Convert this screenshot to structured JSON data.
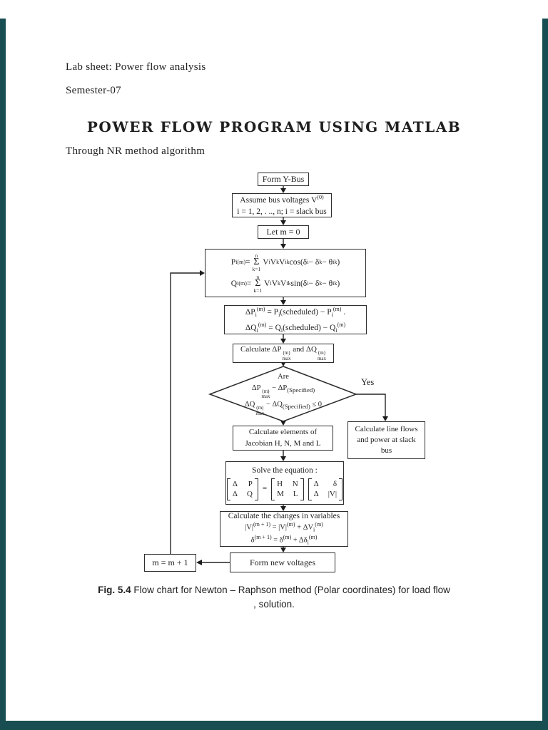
{
  "document": {
    "header": {
      "line1": "Lab sheet: Power flow analysis",
      "line2": "Semester-07"
    },
    "title": "POWER FLOW PROGRAM USING MATLAB",
    "subtitle": "Through NR method algorithm",
    "caption": {
      "prefix": "Fig. 5.4",
      "text": " Flow chart for Newton – Raphson method (Polar coordinates) for load flow",
      "line2": ", solution."
    }
  },
  "flowchart": {
    "form_ybus": "Form Y-Bus",
    "assume_l1": "Assume bus voltages V<sup>(0)</sup>",
    "assume_l2": "i = 1, 2, . .., n; i = slack bus",
    "let_m": "Let m = 0",
    "eq_p": "P<sub>i</sub><sup>(m)</sup> = <span class='sum'><span class='l'>n</span><span class='s'>Σ</span><span class='l'>k=1</span></span> V<sub>i</sub>V<sub>k</sub>V<sub>ik</sub> cos(δ<sub>i</sub> − δ<sub>k</sub> − θ<sub>ik</sub> )",
    "eq_q": "Q<sub>i</sub><sup>(m)</sup> = <span class='sum'><span class='l'>n</span><span class='s'>Σ</span><span class='l'>k=1</span></span> V<sub>i</sub>V<sub>k</sub>V<sub>ik</sub> sin(δ<sub>i</sub> − δ<sub>k</sub> − θ<sub>ik</sub> )",
    "mismatch_p": "ΔP<sub>i</sub><sup>(m)</sup> = P<sub>i</sub>(scheduled) − P<sub>i</sub><sup>(m)</sup> .",
    "mismatch_q": "ΔQ<sub>i</sub><sup>(m)</sup> = Q<sub>i</sub>(scheduled) − Q<sub>i</sub><sup>(m)</sup>",
    "calc_max": "Calculate ΔP<span class='ss'><span>(m)</span><span>max</span></span> and ΔQ<span class='ss'><span>(m)</span><span>max</span></span>",
    "decision_l1": "Are",
    "decision_l2": "ΔP<span class='ss'><span>(m)</span><span>max</span></span> − ΔP<sub>(Specified)</sub>",
    "decision_l3": "ΔQ<span class='ss'><span>(m)</span><span>max</span></span> − ΔQ<sub>(Specified)</sub> ≤ 0",
    "yes_label": "Yes",
    "line_flows": "Calculate line flows and power at slack bus",
    "jacobian": "Calculate elements of Jacobian H, N, M and L",
    "solve_title": "Solve the equation :",
    "m1": [
      [
        "Δ",
        "P"
      ],
      [
        "Δ",
        "Q"
      ]
    ],
    "eq_sign": "=",
    "m2": [
      [
        "H",
        "N"
      ],
      [
        "M",
        "L"
      ]
    ],
    "m3": [
      [
        "Δ",
        "δ"
      ],
      [
        "Δ",
        "|V|"
      ]
    ],
    "changes_title": "Calculate the changes in variables",
    "changes_l1": "|V|<sup>(m + 1)</sup> = |V|<sup>(m)</sup> + ΔV<sub>i</sub><sup>(m)</sup>",
    "changes_l2": "δ<sup>(m + 1)</sup> = δ<sup>(m)</sup> + Δδ<sub>i</sub><sup>(m)</sup>",
    "form_new": "Form new voltages",
    "increment": "m = m + 1"
  },
  "colors": {
    "paper": "#ffffff",
    "ink": "#1f1f1f",
    "box_border": "#2e2e2e",
    "viewer_frame": "#184e52"
  }
}
